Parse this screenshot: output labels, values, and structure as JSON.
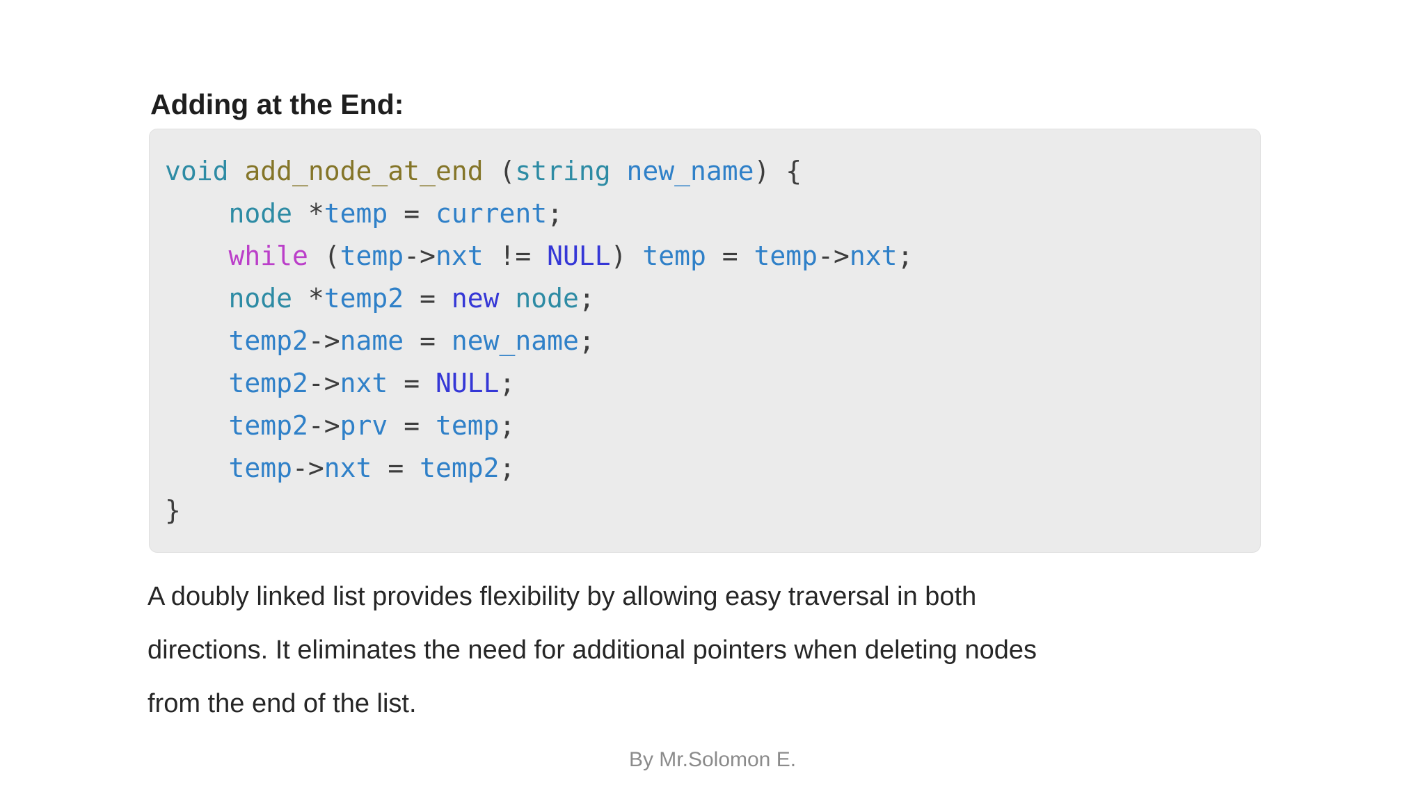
{
  "heading": {
    "text": "Adding at the End:"
  },
  "code_block": {
    "background": "#ebebeb",
    "border": "#e0e0e0",
    "colors": {
      "type": "#2d8ba4",
      "func": "#847528",
      "ident": "#2f80c8",
      "keyword": "#bb3fc9",
      "literal": "#3537d6",
      "punct": "#3d3d3d"
    },
    "lines": [
      [
        [
          "type",
          "void"
        ],
        [
          "punct",
          " "
        ],
        [
          "func",
          "add_node_at_end"
        ],
        [
          "punct",
          " ("
        ],
        [
          "type",
          "string"
        ],
        [
          "punct",
          " "
        ],
        [
          "ident",
          "new_name"
        ],
        [
          "punct",
          ") {"
        ]
      ],
      [
        [
          "punct",
          "    "
        ],
        [
          "type",
          "node"
        ],
        [
          "punct",
          " *"
        ],
        [
          "ident",
          "temp"
        ],
        [
          "punct",
          " = "
        ],
        [
          "ident",
          "current"
        ],
        [
          "punct",
          ";"
        ]
      ],
      [
        [
          "punct",
          "    "
        ],
        [
          "keyword",
          "while"
        ],
        [
          "punct",
          " ("
        ],
        [
          "ident",
          "temp"
        ],
        [
          "punct",
          "->"
        ],
        [
          "ident",
          "nxt"
        ],
        [
          "punct",
          " != "
        ],
        [
          "literal",
          "NULL"
        ],
        [
          "punct",
          ") "
        ],
        [
          "ident",
          "temp"
        ],
        [
          "punct",
          " = "
        ],
        [
          "ident",
          "temp"
        ],
        [
          "punct",
          "->"
        ],
        [
          "ident",
          "nxt"
        ],
        [
          "punct",
          ";"
        ]
      ],
      [
        [
          "punct",
          "    "
        ],
        [
          "type",
          "node"
        ],
        [
          "punct",
          " *"
        ],
        [
          "ident",
          "temp2"
        ],
        [
          "punct",
          " = "
        ],
        [
          "literal",
          "new"
        ],
        [
          "punct",
          " "
        ],
        [
          "type",
          "node"
        ],
        [
          "punct",
          ";"
        ]
      ],
      [
        [
          "punct",
          "    "
        ],
        [
          "ident",
          "temp2"
        ],
        [
          "punct",
          "->"
        ],
        [
          "ident",
          "name"
        ],
        [
          "punct",
          " = "
        ],
        [
          "ident",
          "new_name"
        ],
        [
          "punct",
          ";"
        ]
      ],
      [
        [
          "punct",
          "    "
        ],
        [
          "ident",
          "temp2"
        ],
        [
          "punct",
          "->"
        ],
        [
          "ident",
          "nxt"
        ],
        [
          "punct",
          " = "
        ],
        [
          "literal",
          "NULL"
        ],
        [
          "punct",
          ";"
        ]
      ],
      [
        [
          "punct",
          "    "
        ],
        [
          "ident",
          "temp2"
        ],
        [
          "punct",
          "->"
        ],
        [
          "ident",
          "prv"
        ],
        [
          "punct",
          " = "
        ],
        [
          "ident",
          "temp"
        ],
        [
          "punct",
          ";"
        ]
      ],
      [
        [
          "punct",
          "    "
        ],
        [
          "ident",
          "temp"
        ],
        [
          "punct",
          "->"
        ],
        [
          "ident",
          "nxt"
        ],
        [
          "punct",
          " = "
        ],
        [
          "ident",
          "temp2"
        ],
        [
          "punct",
          ";"
        ]
      ],
      [
        [
          "punct",
          "}"
        ]
      ]
    ]
  },
  "paragraph": {
    "lines": [
      "A doubly linked list provides flexibility by allowing easy traversal in both",
      "directions. It eliminates the need for additional pointers when deleting nodes",
      "from the end of the list."
    ]
  },
  "footer": {
    "byline": "By Mr.Solomon E."
  }
}
